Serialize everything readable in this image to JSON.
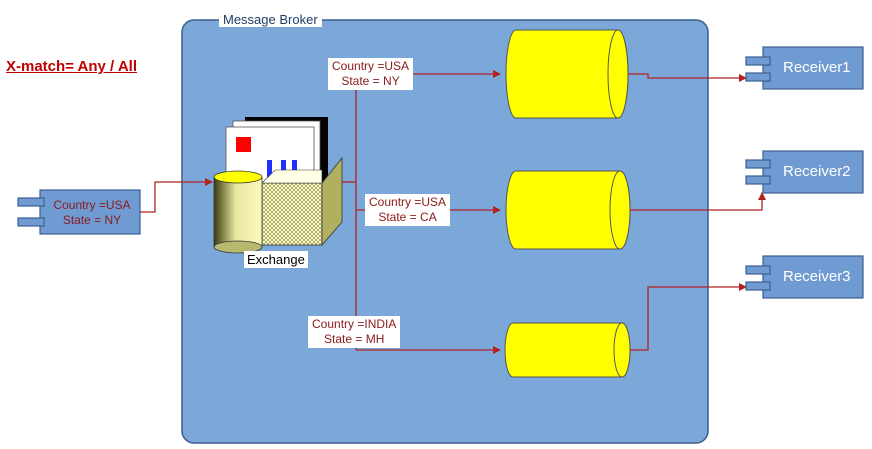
{
  "title": "X-match= Any / All",
  "broker": {
    "title": "Message Broker"
  },
  "producer": {
    "line1": "Country =USA",
    "line2": "State = NY"
  },
  "exchange": {
    "label": "Exchange"
  },
  "bindings": [
    {
      "line1": "Country =USA",
      "line2": "State = NY"
    },
    {
      "line1": "Country =USA",
      "line2": "State = CA"
    },
    {
      "line1": "Country =INDIA",
      "line2": "State = MH"
    }
  ],
  "receivers": [
    {
      "label": "Receiver1"
    },
    {
      "label": "Receiver2"
    },
    {
      "label": "Receiver3"
    }
  ],
  "colors": {
    "broker_fill": "#7ba7d9",
    "broker_stroke": "#3b5f8f",
    "queue_fill": "#ffff00",
    "arrow": "#b22222",
    "component_fill": "#6f9bd2",
    "component_stroke": "#3b5f8f"
  }
}
